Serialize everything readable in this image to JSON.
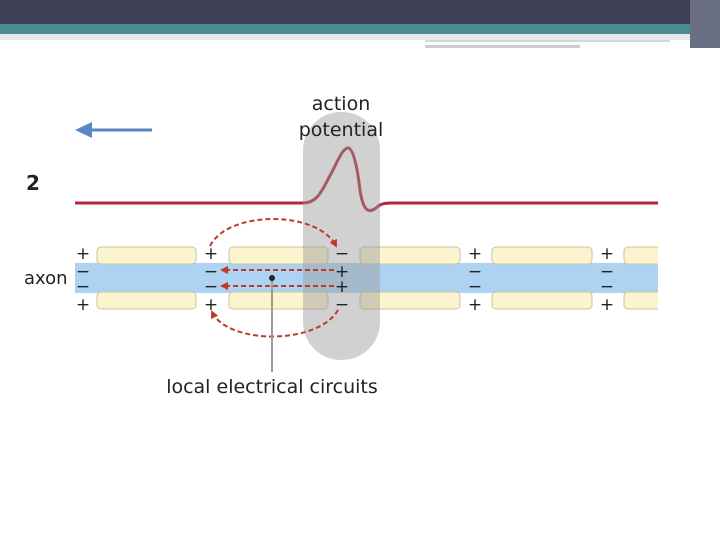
{
  "slide": {
    "header_color": "#3f4156",
    "header_accent": "#4a8a91"
  },
  "diagram": {
    "step_number": "2",
    "label_action_potential_line1": "action",
    "label_action_potential_line2": "potential",
    "label_axon": "axon",
    "label_local_circuits": "local electrical circuits",
    "colors": {
      "axon_fill": "#aed3f2",
      "myelin_fill": "#fbf4cf",
      "myelin_stroke": "#c9c39b",
      "membrane_trace": "#b0283a",
      "current_arrows": "#c0392b",
      "direction_arrow": "#5b86c4",
      "action_potential_zone": "#c8c8c8"
    },
    "node_signs": [
      {
        "top": "+",
        "upper": "−",
        "lower": "−",
        "bottom": "+"
      },
      {
        "top": "+",
        "upper": "−",
        "lower": "−",
        "bottom": "+"
      },
      {
        "top": "−",
        "upper": "+",
        "lower": "+",
        "bottom": "−"
      },
      {
        "top": "+",
        "upper": "−",
        "lower": "−",
        "bottom": "+"
      },
      {
        "top": "+",
        "upper": "−",
        "lower": "−",
        "bottom": "+"
      }
    ]
  }
}
